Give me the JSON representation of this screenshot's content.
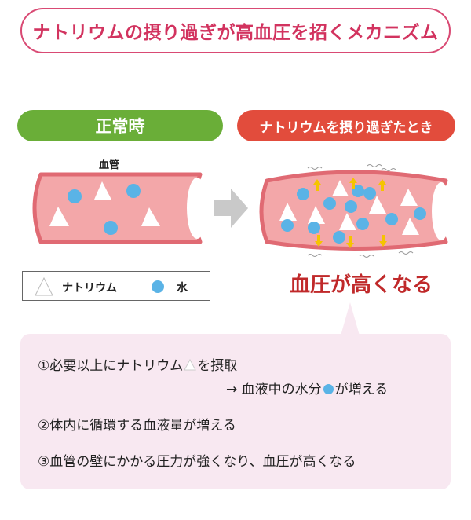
{
  "title": "ナトリウムの摂り過ぎが高血圧を招くメカニズム",
  "panels": {
    "normal_label": "正常時",
    "excess_label": "ナトリウムを摂り過ぎたとき",
    "vessel_label": "血管"
  },
  "legend": {
    "natrium": "ナトリウム",
    "water": "水"
  },
  "result": "血圧が高くなる",
  "steps": {
    "step1_prefix": "①必要以上にナトリウム",
    "step1_suffix": "を摂取",
    "step1b_prefix": "→ 血液中の水分",
    "step1b_suffix": "が増える",
    "step2": "②体内に循環する血液量が増える",
    "step3": "③血管の壁にかかる圧力が強くなり、血圧が高くなる"
  },
  "colors": {
    "title_accent": "#d2335f",
    "normal_green": "#6aae38",
    "excess_red": "#e24c3c",
    "vessel_wall": "#e06a73",
    "vessel_fill": "#f3a7a9",
    "water_blue": "#5ab3e6",
    "arrow_yellow": "#f5c400",
    "info_bg": "#f8e8f1"
  },
  "icons": {
    "natrium": "white-triangle",
    "water": "blue-circle",
    "flow": "gray-right-arrow",
    "expansion": "yellow-arrow"
  }
}
